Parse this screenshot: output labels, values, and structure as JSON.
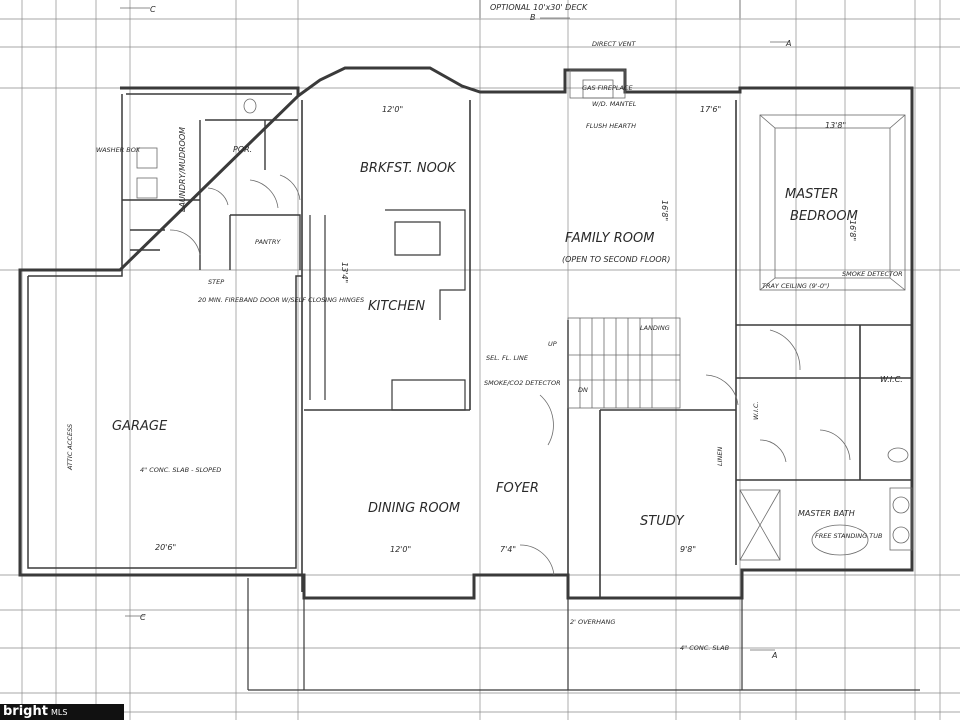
{
  "drawing": {
    "title_top": "OPTIONAL 10'x30' DECK",
    "section_marks": [
      "A",
      "B",
      "C"
    ],
    "rooms": {
      "master_bedroom_1": "MASTER",
      "master_bedroom_2": "BEDROOM",
      "family_room": "FAMILY ROOM",
      "family_room_note": "(OPEN TO SECOND FLOOR)",
      "kitchen": "KITCHEN",
      "brkfst_nook": "BRKFST. NOOK",
      "laundry": "LAUNDRY/MUDROOM",
      "powder": "POR.",
      "pantry": "PANTRY",
      "garage": "GARAGE",
      "dining_room": "DINING ROOM",
      "foyer": "FOYER",
      "study": "STUDY",
      "master_bath": "MASTER BATH",
      "wic": "W.I.C."
    },
    "dimensions": {
      "nook_width": "12'0\"",
      "family_width": "17'6\"",
      "master_width": "13'8\"",
      "master_depth": "16'8\"",
      "family_depth": "16'8\"",
      "garage_width": "20'6\"",
      "dining_width": "12'0\"",
      "study_width": "9'8\"",
      "foyer_width": "7'4\"",
      "kitchen_depth": "13'4\""
    },
    "notes": {
      "direct_vent": "DIRECT VENT",
      "gas_fireplace": "GAS FIREPLACE",
      "wd_mantel": "W/D. MANTEL",
      "flush_hearth": "FLUSH HEARTH",
      "tray_ceiling": "TRAY CEILING (9'-0\")",
      "smoke_detector": "SMOKE DETECTOR",
      "smoke_co": "SMOKE/CO2 DETECTOR",
      "free_standing_tub": "FREE STANDING TUB",
      "fire_door": "20 MIN. FIREBAND DOOR W/SELF CLOSING HINGES",
      "conc_slab": "4\" CONC. SLAB - SLOPED",
      "attic": "ATTIC ACCESS",
      "landing": "LANDING",
      "dn": "DN",
      "up": "UP",
      "washer": "WASHER BOX",
      "step": "STEP",
      "overhang": "2' OVERHANG",
      "conc_slab_front": "4\" CONC. SLAB",
      "linen": "LINEN",
      "wic_small": "W.I.C.",
      "sel_fl_line": "SEL. FL. LINE"
    },
    "watermark": "bright",
    "watermark_sub": "MLS"
  }
}
